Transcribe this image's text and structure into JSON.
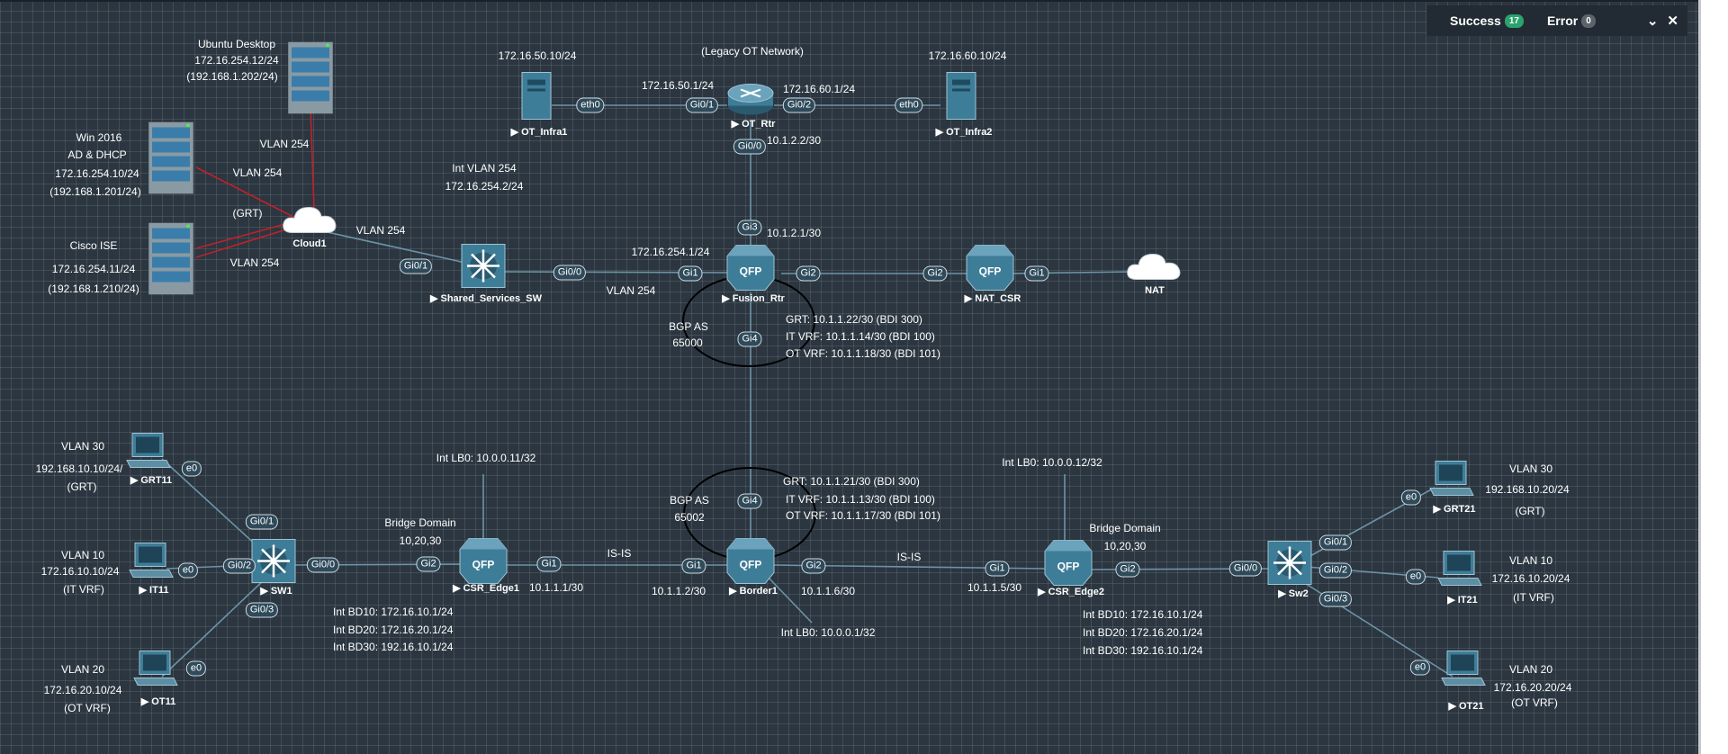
{
  "status": {
    "success_label": "Success",
    "success_count": "17",
    "error_label": "Error",
    "error_count": "0",
    "collapse_icon": "chevron-down-icon",
    "close_icon": "close-icon"
  },
  "colors": {
    "canvas": "#2b3640",
    "link": "#6d93a6",
    "red_link": "#c2202a",
    "router": "#3e7d98",
    "text": "#ffffff"
  },
  "nodes": {
    "ubuntu": "",
    "win2016": "",
    "cisco_ise": "",
    "cloud1": "Cloud1",
    "shared_sw": "Shared_Services_SW",
    "ot_infra1": "OT_Infra1",
    "ot_rtr": "OT_Rtr",
    "ot_infra2": "OT_Infra2",
    "fusion_rtr": "Fusion_Rtr",
    "nat_csr": "NAT_CSR",
    "nat": "NAT",
    "grt11": "GRT11",
    "it11": "IT11",
    "ot11": "OT11",
    "sw1": "SW1",
    "csr_edge1": "CSR_Edge1",
    "border1": "Border1",
    "csr_edge2": "CSR_Edge2",
    "sw2": "Sw2",
    "grt21": "GRT21",
    "it21": "IT21",
    "ot21": "OT21"
  },
  "labels": {
    "ubuntu_1": "Ubuntu Desktop",
    "ubuntu_2": "172.16.254.12/24",
    "ubuntu_3": "(192.168.1.202/24)",
    "win_1": "Win 2016",
    "win_2": "AD & DHCP",
    "win_3": "172.16.254.10/24",
    "win_4": "(192.168.1.201/24)",
    "ise_1": "Cisco ISE",
    "ise_2": "172.16.254.11/24",
    "ise_3": "(192.168.1.210/24)",
    "vlan254_a": "VLAN 254",
    "vlan254_b": "VLAN 254",
    "vlan254_c": "VLAN 254",
    "vlan254_d": "VLAN 254",
    "vlan254_e": "VLAN 254",
    "grt": "(GRT)",
    "int_vlan254_1": "Int VLAN 254",
    "int_vlan254_2": "172.16.254.2/24",
    "legacy_ot": "(Legacy  OT Network)",
    "ip_50_10": "172.16.50.10/24",
    "ip_50_1": "172.16.50.1/24",
    "ip_60_1": "172.16.60.1/24",
    "ip_60_10": "172.16.60.10/24",
    "ip_2_2": "10.1.2.2/30",
    "ip_2_1": "10.1.2.1/30",
    "ip_254_1": "172.16.254.1/24",
    "bgp65000_1": "BGP AS",
    "bgp65000_2": "65000",
    "fusion_grt": "GRT: 10.1.1.22/30 (BDI 300)",
    "fusion_it": "IT VRF: 10.1.1.14/30 (BDI 100)",
    "fusion_ot": "OT VRF: 10.1.1.18/30 (BDI 101)",
    "border_grt": "GRT: 10.1.1.21/30 (BDI 300)",
    "border_it": "IT VRF: 10.1.1.13/30 (BDI 100)",
    "border_ot": "OT VRF: 10.1.1.17/30 (BDI 101)",
    "bgp65002_1": "BGP AS",
    "bgp65002_2": "65002",
    "edge1_lb0": "Int LB0: 10.0.0.11/32",
    "edge2_lb0": "Int LB0: 10.0.0.12/32",
    "border_lb0": "Int LB0: 10.0.0.1/32",
    "bd1_1": "Bridge Domain",
    "bd1_2": "10,20,30",
    "bd2_1": "Bridge Domain",
    "bd2_2": "10,20,30",
    "isis1": "IS-IS",
    "isis2": "IS-IS",
    "ip_1_1": "10.1.1.1/30",
    "ip_1_2": "10.1.1.2/30",
    "ip_1_6": "10.1.1.6/30",
    "ip_1_5": "10.1.1.5/30",
    "e1_bd10": "Int BD10: 172.16.10.1/24",
    "e1_bd20": "Int BD20: 172.16.20.1/24",
    "e1_bd30": "Int BD30: 192.16.10.1/24",
    "e2_bd10": "Int BD10: 172.16.10.1/24",
    "e2_bd20": "Int BD20: 172.16.20.1/24",
    "e2_bd30": "Int BD30: 192.16.10.1/24",
    "grt11_1": "VLAN 30",
    "grt11_2": "192.168.10.10/24/",
    "grt11_3": "(GRT)",
    "it11_1": "VLAN 10",
    "it11_2": "172.16.10.10/24",
    "it11_3": "(IT VRF)",
    "ot11_1": "VLAN 20",
    "ot11_2": "172.16.20.10/24",
    "ot11_3": "(OT VRF)",
    "grt21_1": "VLAN 30",
    "grt21_2": "192.168.10.20/24",
    "grt21_3": "(GRT)",
    "it21_1": "VLAN 10",
    "it21_2": "172.16.10.20/24",
    "it21_3": "(IT VRF)",
    "ot21_1": "VLAN 20",
    "ot21_2": "172.16.20.20/24",
    "ot21_3": "(OT VRF)"
  },
  "ports": {
    "cloud1_gi01": "Gi0/1",
    "ss_gi00": "Gi0/0",
    "fus_gi1": "Gi1",
    "fus_gi2": "Gi2",
    "fus_gi3": "Gi3",
    "fus_gi4": "Gi4",
    "nat_gi2": "Gi2",
    "nat_gi1": "Gi1",
    "infra1_eth0": "eth0",
    "otr_gi01": "Gi0/1",
    "otr_gi02": "Gi0/2",
    "infra2_eth0": "eth0",
    "otr_gi00": "Gi0/0",
    "grt11_e0": "e0",
    "it11_e0": "e0",
    "ot11_e0": "e0",
    "sw1_gi01": "Gi0/1",
    "sw1_gi02": "Gi0/2",
    "sw1_gi03": "Gi0/3",
    "sw1_gi00": "Gi0/0",
    "e1_gi2": "Gi2",
    "e1_gi1": "Gi1",
    "b1_gi1": "Gi1",
    "b1_gi2": "Gi2",
    "b1_gi4": "Gi4",
    "e2_gi1": "Gi1",
    "e2_gi2": "Gi2",
    "sw2_gi00": "Gi0/0",
    "sw2_gi01": "Gi0/1",
    "sw2_gi02": "Gi0/2",
    "sw2_gi03": "Gi0/3",
    "grt21_e0": "e0",
    "it21_e0": "e0",
    "ot21_e0": "e0"
  }
}
